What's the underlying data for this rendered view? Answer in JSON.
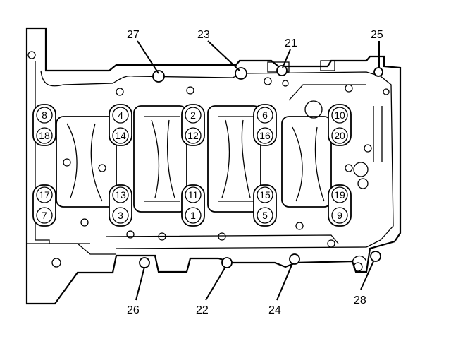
{
  "callouts": {
    "c27": "27",
    "c23": "23",
    "c21": "21",
    "c25": "25",
    "c26": "26",
    "c22": "22",
    "c24": "24",
    "c28": "28"
  },
  "bolts": [
    "1",
    "2",
    "3",
    "4",
    "5",
    "6",
    "7",
    "8",
    "9",
    "10",
    "11",
    "12",
    "13",
    "14",
    "15",
    "16",
    "17",
    "18",
    "19",
    "20"
  ]
}
